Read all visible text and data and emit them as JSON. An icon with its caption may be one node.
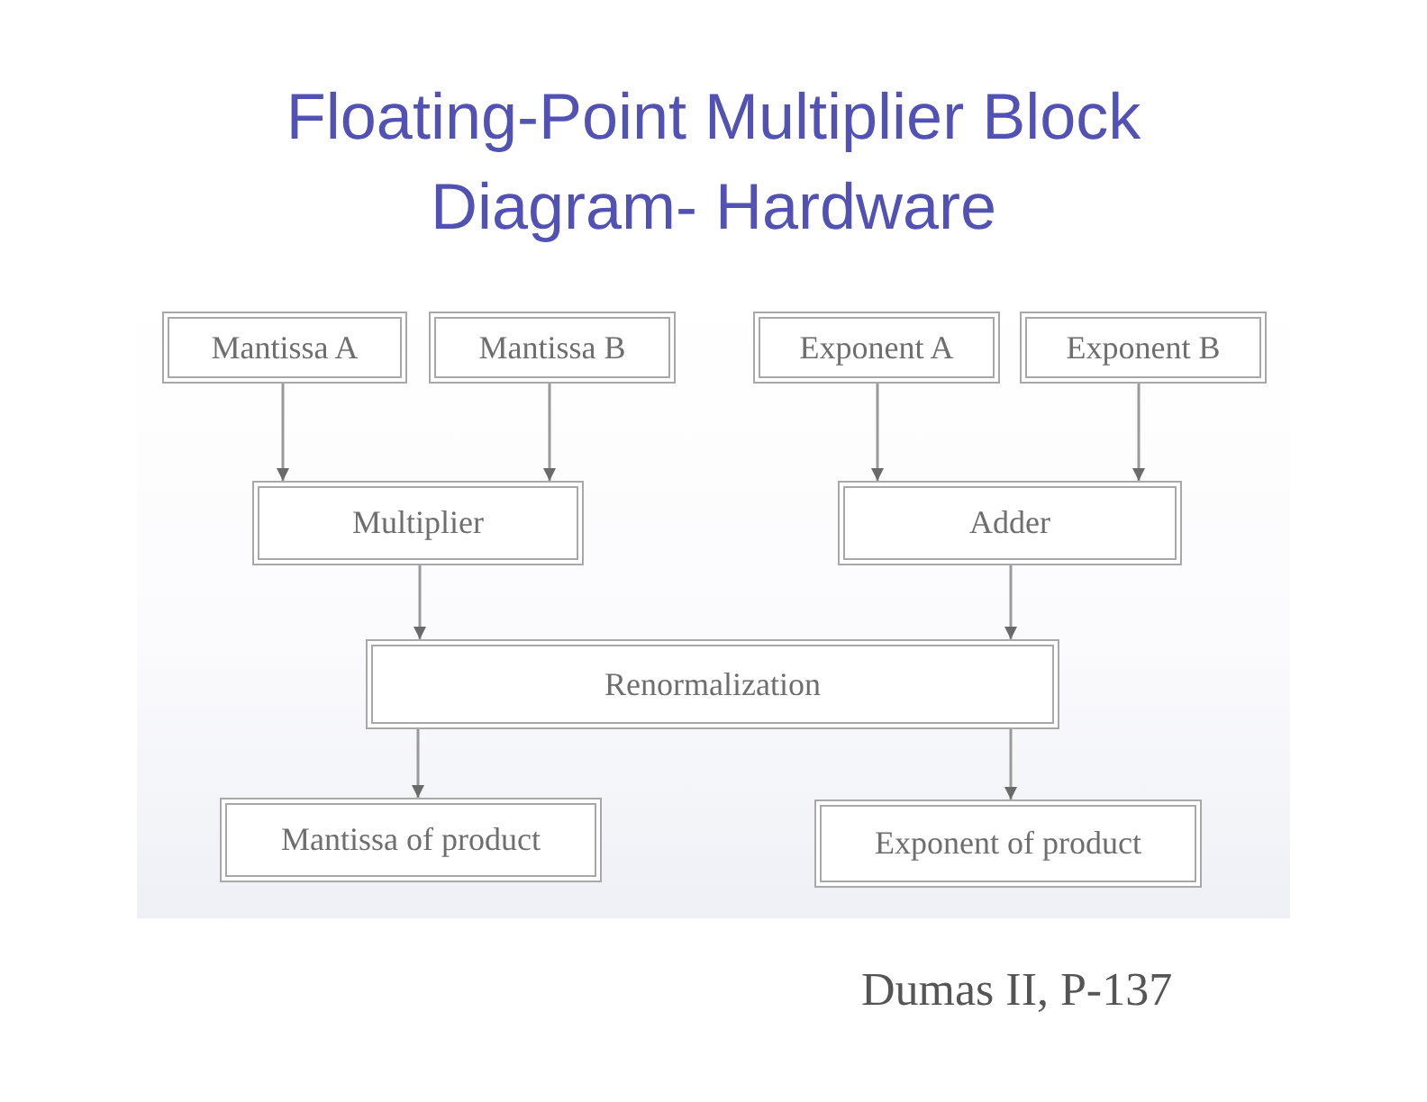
{
  "diagram": {
    "title": "Floating-Point Multiplier Block Diagram- Hardware",
    "nodes": [
      {
        "text": [
          "Mantissa A"
        ]
      },
      {
        "text": [
          "Mantissa B"
        ]
      },
      {
        "text": [
          "Exponent A"
        ]
      },
      {
        "text": [
          "Exponent B"
        ]
      },
      {
        "text": [
          "Multiplier"
        ]
      },
      {
        "text": [
          "Adder"
        ]
      },
      {
        "text": [
          "Renormalization"
        ]
      },
      {
        "text": [
          "Mantissa of product"
        ]
      },
      {
        "text": [
          "Exponent of product"
        ]
      }
    ],
    "edges": [
      {
        "from": 0,
        "to": 4,
        "arrow": "to"
      },
      {
        "from": 1,
        "to": 4,
        "arrow": "to"
      },
      {
        "from": 2,
        "to": 5,
        "arrow": "to"
      },
      {
        "from": 3,
        "to": 5,
        "arrow": "to"
      },
      {
        "from": 4,
        "to": 6,
        "arrow": "to"
      },
      {
        "from": 5,
        "to": 6,
        "arrow": "to"
      },
      {
        "from": 6,
        "to": 7,
        "arrow": "to"
      },
      {
        "from": 6,
        "to": 8,
        "arrow": "to"
      }
    ],
    "labels": [
      "Dumas II, P-137"
    ]
  }
}
